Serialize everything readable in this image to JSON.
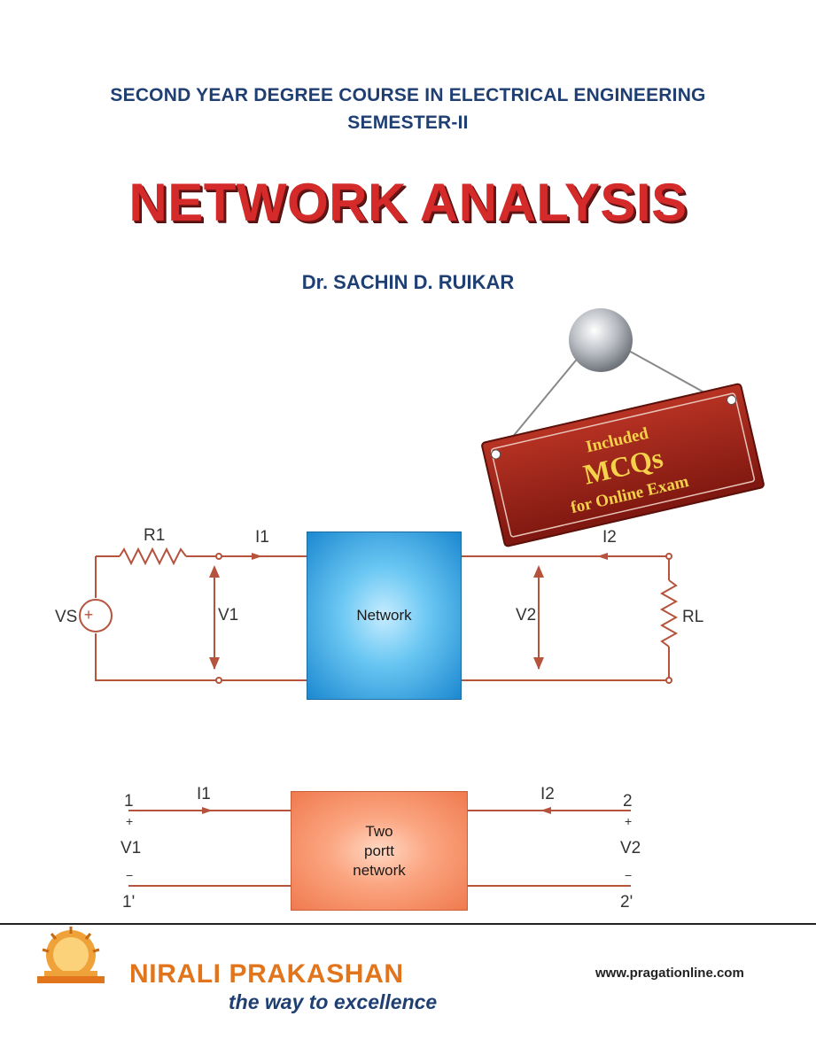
{
  "header": {
    "course_line1": "SECOND YEAR DEGREE COURSE IN ELECTRICAL ENGINEERING",
    "course_line2": "SEMESTER-II"
  },
  "title": "NETWORK ANALYSIS",
  "author": "Dr. SACHIN D. RUIKAR",
  "badge": {
    "line1": "Included",
    "line2": "MCQs",
    "line3": "for Online Exam"
  },
  "circuit1": {
    "box_label": "Network",
    "source_label": "VS",
    "r1_label": "R1",
    "i1_label": "I1",
    "v1_label": "V1",
    "v2_label": "V2",
    "i2_label": "I2",
    "rl_label": "RL"
  },
  "circuit2": {
    "box_line1": "Two",
    "box_line2": "portt",
    "box_line3": "network",
    "port1_top": "1",
    "port1_bottom": "1'",
    "port2_top": "2",
    "port2_bottom": "2'",
    "v1_label": "V1",
    "v2_label": "V2",
    "i1_label": "I1",
    "i2_label": "I2"
  },
  "footer": {
    "publisher": "NIRALI PRAKASHAN",
    "tagline": "the way to excellence",
    "website": "www.pragationline.com"
  },
  "colors": {
    "title_red": "#d42a2a",
    "navy": "#1f3f73",
    "wire": "#b5533c",
    "publisher_orange": "#e2751b"
  }
}
